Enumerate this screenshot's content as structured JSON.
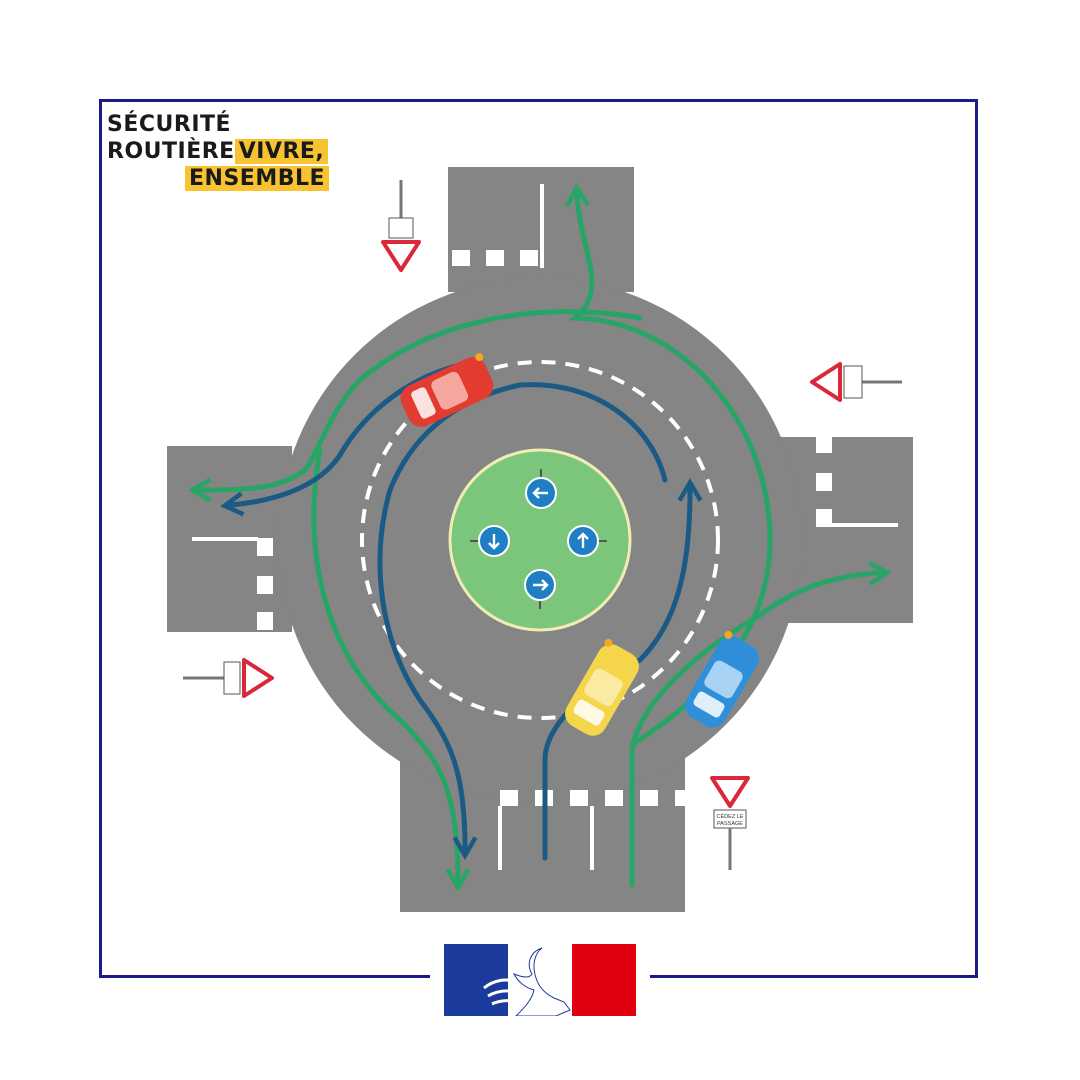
{
  "brand": {
    "line1": "SÉCURITÉ",
    "line2_plain": "ROUTIÈRE",
    "line2_highlight": "VIVRE,",
    "line3_highlight": "ENSEMBLE"
  },
  "signs": {
    "yield_text_line1": "CÉDEZ LE",
    "yield_text_line2": "PASSAGE"
  },
  "colors": {
    "frame": "#1a1a8c",
    "highlight": "#f7c331",
    "road": "#858585",
    "island": "#7bc67b",
    "green_path": "#27a567",
    "blue_path": "#1c5a86",
    "car_red": "#e23b2f",
    "car_yellow": "#f5d64a",
    "car_blue": "#2f8fd8",
    "flag_blue": "#1b3b9c",
    "flag_red": "#e1000f"
  },
  "icons": [
    "arrow-left-icon",
    "arrow-down-icon",
    "arrow-up-icon",
    "arrow-right-icon",
    "yield-sign-icon",
    "marianne-logo"
  ]
}
